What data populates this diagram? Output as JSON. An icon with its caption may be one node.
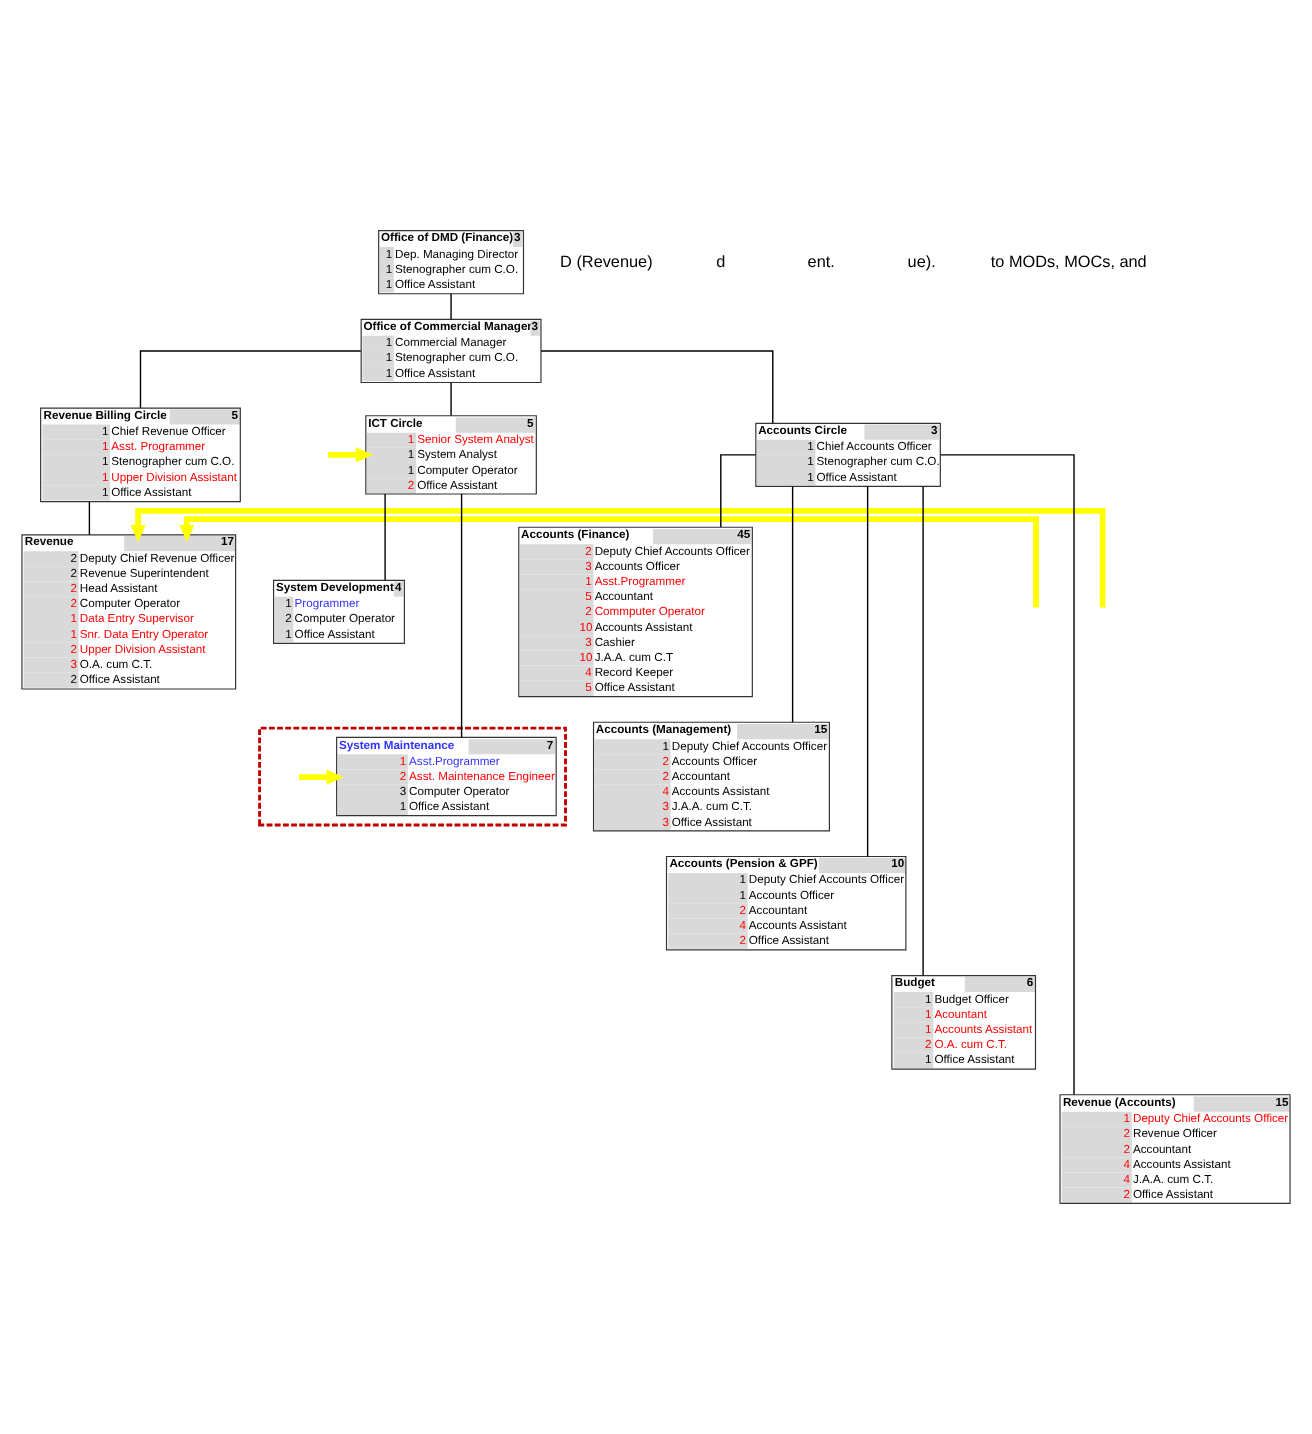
{
  "diagram": {
    "nodes": [
      {
        "text": [
          "Office of DMD (Finance)",
          "3",
          "1",
          "Dep. Managing Director",
          "1",
          "Stenographer cum C.O.",
          "1",
          "Office Assistant"
        ]
      },
      {
        "text": [
          "Office of Commercial Manager",
          "3",
          "1",
          "Commercial Manager",
          "1",
          "Stenographer cum C.O.",
          "1",
          "Office Assistant"
        ]
      },
      {
        "text": [
          "Revenue Billing Circle",
          "5",
          "1",
          "Chief Revenue Officer",
          "1",
          "Asst. Programmer",
          "1",
          "Stenographer cum C.O.",
          "1",
          "Upper Division Assistant",
          "1",
          "Office Assistant"
        ]
      },
      {
        "text": [
          "Revenue",
          "17",
          "2",
          "Deputy Chief Revenue Officer",
          "2",
          "Revenue Superintendent",
          "2",
          "Head Assistant",
          "2",
          "Computer Operator",
          "1",
          "Data Entry Supervisor",
          "1",
          "Snr. Data Entry Operator",
          "2",
          "Upper Division Assistant",
          "3",
          "O.A. cum C.T.",
          "2",
          "Office Assistant"
        ]
      },
      {
        "text": [
          "ICT Circle",
          "5",
          "1",
          "Senior System Analyst",
          "1",
          "System Analyst",
          "1",
          "Computer Operator",
          "2",
          "Office Assistant"
        ]
      },
      {
        "text": [
          "System Development",
          "4",
          "1",
          "Programmer",
          "2",
          "Computer Operator",
          "1",
          "Office Assistant"
        ]
      },
      {
        "text": [],
        "shape": "box"
      },
      {
        "text": [
          "System Maintenance",
          "7",
          "1",
          "Asst.Programmer",
          "2",
          "Asst. Maintenance Engineer",
          "3",
          "Computer Operator",
          "1",
          "Office Assistant"
        ],
        "in": 6
      },
      {
        "text": [
          "Accounts Circle",
          "3",
          "1",
          "Chief Accounts Officer",
          "1",
          "Stenographer cum C.O.",
          "1",
          "Office Assistant"
        ]
      },
      {
        "text": [
          "Accounts (Finance)",
          "45",
          "2",
          "Deputy Chief Accounts Officer",
          "3",
          "Accounts Officer",
          "1",
          "Asst.Programmer",
          "5",
          "Accountant",
          "2",
          "Commputer Operator",
          "10",
          "Accounts Assistant",
          "3",
          "Cashier",
          "10",
          "J.A.A. cum C.T",
          "4",
          "Record Keeper",
          "5",
          "Office Assistant"
        ]
      },
      {
        "text": [
          "Accounts (Management)",
          "15",
          "1",
          "Deputy Chief Accounts Officer",
          "2",
          "Accounts Officer",
          "2",
          "Accountant",
          "4",
          "Accounts Assistant",
          "3",
          "J.A.A. cum C.T.",
          "3",
          "Office Assistant"
        ]
      },
      {
        "text": [
          "Accounts (Pension & GPF)",
          "10",
          "1",
          "Deputy Chief Accounts Officer",
          "1",
          "Accounts Officer",
          "2",
          "Accountant",
          "4",
          "Accounts Assistant",
          "2",
          "Office Assistant"
        ]
      },
      {
        "text": [
          "Budget",
          "6",
          "1",
          "Budget Officer",
          "1",
          "Acountant",
          "1",
          "Accounts Assistant",
          "2",
          "O.A. cum C.T.",
          "1",
          "Office Assistant"
        ]
      },
      {
        "text": [
          "Revenue (Accounts)",
          "15",
          "1",
          "Deputy Chief Accounts Officer",
          "2",
          "Revenue Officer",
          "2",
          "Accountant",
          "4",
          "Accounts Assistant",
          "4",
          "J.A.A. cum C.T.",
          "2",
          "Office Assistant"
        ]
      }
    ],
    "edges": [
      {
        "from": 0,
        "to": 1,
        "arrow": "none"
      },
      {
        "from": 1,
        "to": 2,
        "arrow": "none"
      },
      {
        "from": 1,
        "to": 4,
        "arrow": "none"
      },
      {
        "from": 1,
        "to": 8,
        "arrow": "none"
      },
      {
        "from": 2,
        "to": 3,
        "arrow": "none"
      },
      {
        "from": 4,
        "to": 5,
        "arrow": "none"
      },
      {
        "from": 4,
        "to": 7,
        "arrow": "none"
      },
      {
        "from": 8,
        "to": 9,
        "arrow": "none"
      },
      {
        "from": 8,
        "to": 10,
        "arrow": "none"
      },
      {
        "from": 8,
        "to": 11,
        "arrow": "none"
      },
      {
        "from": 8,
        "to": 12,
        "arrow": "none"
      },
      {
        "from": 8,
        "to": 13,
        "arrow": "none"
      },
      {
        "from": null,
        "to": 4,
        "arrow": "to",
        "style": "thick",
        "color": "#ffff00"
      },
      {
        "from": null,
        "to": 3,
        "arrow": "to",
        "style": "thick",
        "color": "#ffff00"
      },
      {
        "from": null,
        "to": 3,
        "arrow": "to",
        "style": "thick",
        "color": "#ffff00"
      },
      {
        "from": null,
        "to": 7,
        "arrow": "to",
        "style": "thick",
        "color": "#ffff00"
      }
    ],
    "labels": [
      "D (Revenue)",
      "d",
      "ent.",
      "ue).",
      "to MODs, MOCs, and"
    ]
  }
}
